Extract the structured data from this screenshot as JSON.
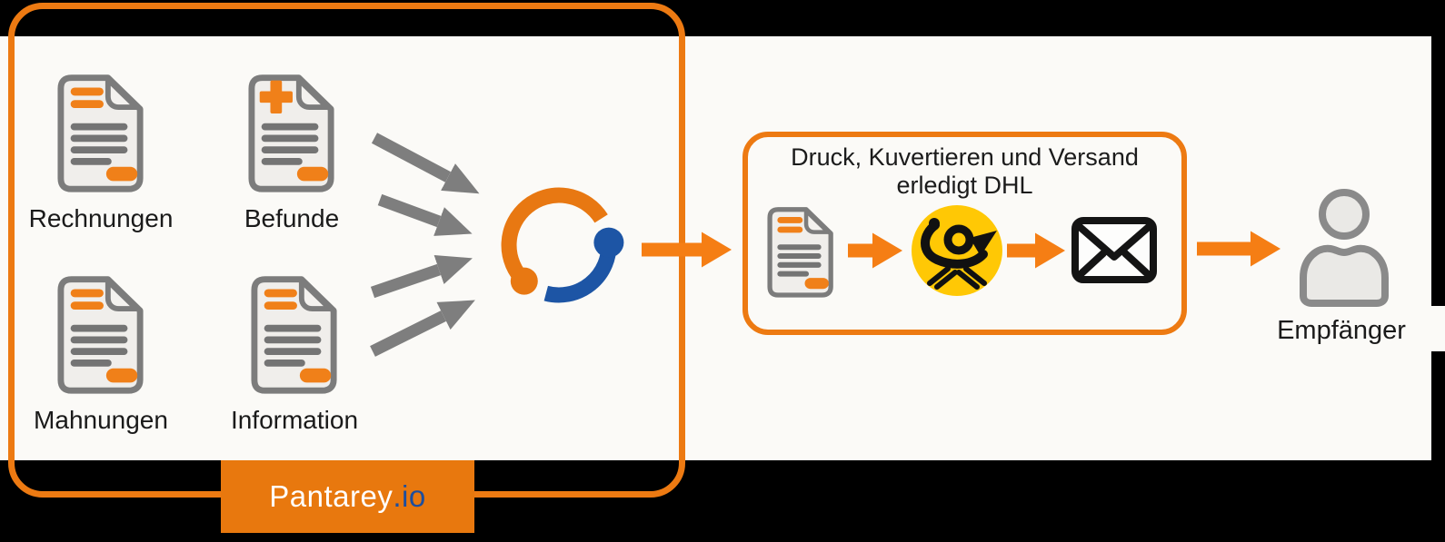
{
  "diagram_title": "Pantarey.io document dispatch workflow",
  "colors": {
    "accent_orange": "#ED7A12",
    "arrow_orange": "#F57E14",
    "brand_box_orange": "#E8780E",
    "brand_blue": "#1D4E9E",
    "logo_orange": "#E87812",
    "logo_blue": "#1D55A5",
    "post_yellow": "#FFC805",
    "doc_line_orange": "#F08019",
    "doc_gray": "#7C7C7C",
    "text_dark": "#1B1B1B",
    "background_white": "#FBFAF7",
    "background_black": "#000000"
  },
  "source_box": {
    "documents": [
      {
        "label": "Rechnungen",
        "icon": "document-lines-icon"
      },
      {
        "label": "Befunde",
        "icon": "document-cross-icon"
      },
      {
        "label": "Mahnungen",
        "icon": "document-lines-icon"
      },
      {
        "label": "Information",
        "icon": "document-lines-icon"
      }
    ]
  },
  "brand": {
    "name": "Pantarey",
    "tld": ".io"
  },
  "dhl_box": {
    "title_line1": "Druck, Kuvertieren und Versand",
    "title_line2": "erledigt DHL"
  },
  "recipient": {
    "label": "Empfänger"
  },
  "icons": {
    "pantarey-logo-icon": "two-arc-open-circle-orange-blue-with-end-dots",
    "document-lines-icon": "page-with-folded-corner-orange-and-gray-lines",
    "document-cross-icon": "page-with-folded-corner-orange-medical-cross",
    "deutsche-post-logo-icon": "black-posthorn-in-yellow-circle",
    "envelope-icon": "closed-black-outline-envelope",
    "recipient-person-icon": "gray-person-silhouette",
    "gray-flow-arrow-icon": "straight-gray-arrow",
    "orange-flow-arrow-icon": "straight-orange-arrow"
  }
}
